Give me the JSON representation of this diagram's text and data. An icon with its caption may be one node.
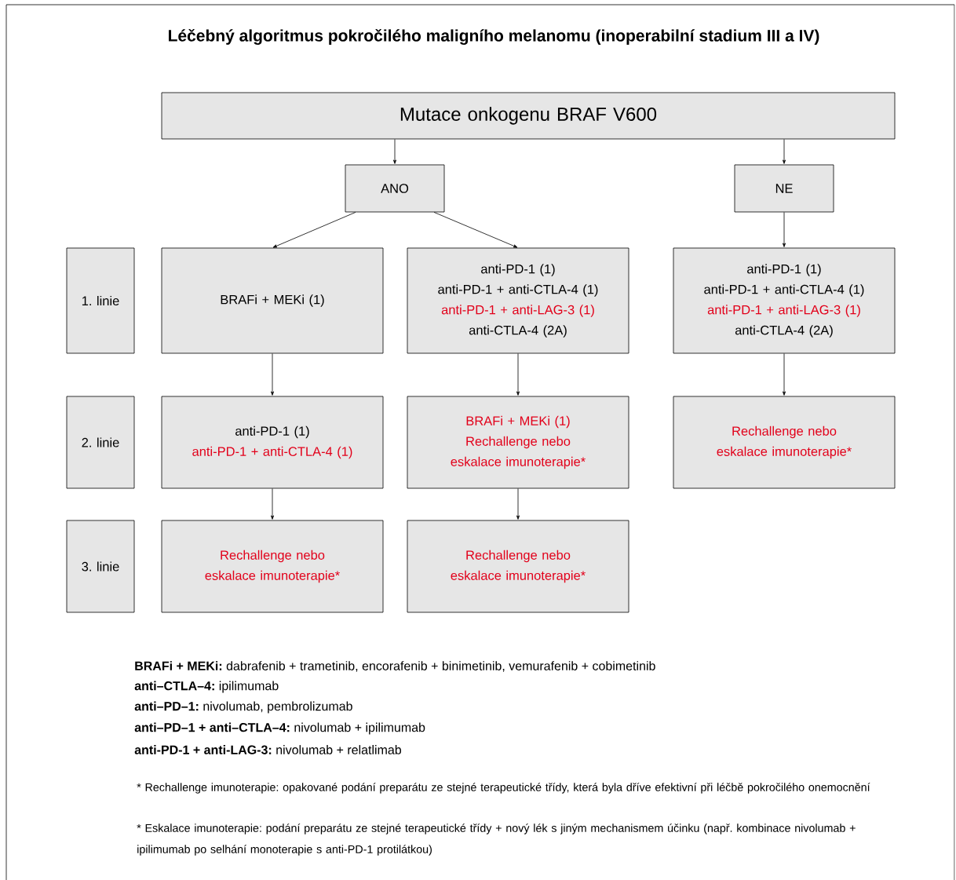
{
  "diagram": {
    "title": "Léčebný algoritmus pokročilého maligního melanomu (inoperabilní stadium III a IV)",
    "nodes": [
      {
        "text": [
          "Mutace onkogenu BRAF V600"
        ]
      },
      {
        "text": [
          "ANO"
        ]
      },
      {
        "text": [
          "NE"
        ]
      },
      {
        "text": [
          "1. linie"
        ]
      },
      {
        "text": [
          "BRAFi + MEKi (1)"
        ]
      },
      {
        "text": [
          "anti-PD-1 (1)",
          "anti-PD-1 + anti-CTLA-4 (1)",
          "anti-PD-1 + anti-LAG-3 (1)",
          "anti-CTLA-4 (2A)"
        ]
      },
      {
        "text": [
          "anti-PD-1 (1)",
          "anti-PD-1 + anti-CTLA-4 (1)",
          "anti-PD-1 + anti-LAG-3 (1)",
          "anti-CTLA-4 (2A)"
        ]
      },
      {
        "text": [
          "2. linie"
        ]
      },
      {
        "text": [
          "anti-PD-1 (1)",
          "anti-PD-1 + anti-CTLA-4 (1)"
        ]
      },
      {
        "text": [
          "BRAFi + MEKi (1)",
          "Rechallenge nebo eskalace imunoterapie*"
        ]
      },
      {
        "text": [
          "Rechallenge nebo eskalace imunoterapie*"
        ]
      },
      {
        "text": [
          "3. linie"
        ]
      },
      {
        "text": [
          "Rechallenge nebo eskalace imunoterapie*"
        ]
      },
      {
        "text": [
          "Rechallenge nebo eskalace imunoterapie*"
        ]
      }
    ],
    "edges": [
      {
        "from": 0,
        "to": 1,
        "arrow": "to"
      },
      {
        "from": 0,
        "to": 2,
        "arrow": "to"
      },
      {
        "from": 1,
        "to": 4,
        "arrow": "to"
      },
      {
        "from": 1,
        "to": 5,
        "arrow": "to"
      },
      {
        "from": 2,
        "to": 6,
        "arrow": "to"
      },
      {
        "from": 4,
        "to": 8,
        "arrow": "to"
      },
      {
        "from": 5,
        "to": 9,
        "arrow": "to"
      },
      {
        "from": 6,
        "to": 10,
        "arrow": "to"
      },
      {
        "from": 8,
        "to": 12,
        "arrow": "to"
      },
      {
        "from": 9,
        "to": 13,
        "arrow": "to"
      }
    ],
    "labels": [
      "**BRAFi + MEKi:** dabrafenib + trametinib, encorafenib + binimetinib, vemurafenib + cobimetinib",
      "**anti–CTLA–4:** ipilimumab",
      "**anti–PD–1:** nivolumab, pembrolizumab",
      "**anti–PD–1 + anti–CTLA–4:** nivolumab + ipilimumab",
      "**anti-PD-1 + anti-LAG-3:** nivolumab + relatlimab",
      "* Rechallenge imunoterapie: opakované podání preparátu ze stejné terapeutické třídy, která byla dříve efektivní při léčbě pokročilého onemocnění",
      "* Eskalace imunoterapie: podání preparátu ze stejné terapeutické třídy + nový lék s jiným mechanismem účinku (např. kombinace nivolumab + ipilimumab po selhání monoterapie s anti-PD-1 protilátkou)"
    ]
  }
}
